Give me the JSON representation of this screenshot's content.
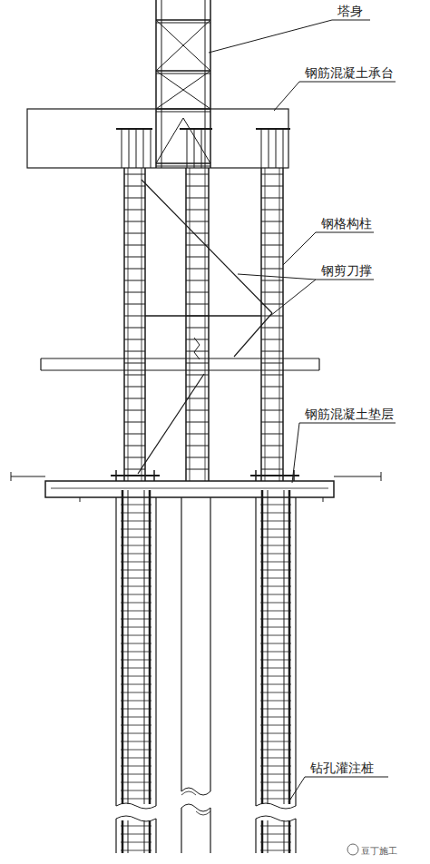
{
  "diagram": {
    "labels": [
      "塔身",
      "钢筋混凝土承台",
      "钢格构柱",
      "钢剪刀撑",
      "钢筋混凝土垫层",
      "钻孔灌注桩",
      "豆丁施工"
    ]
  }
}
